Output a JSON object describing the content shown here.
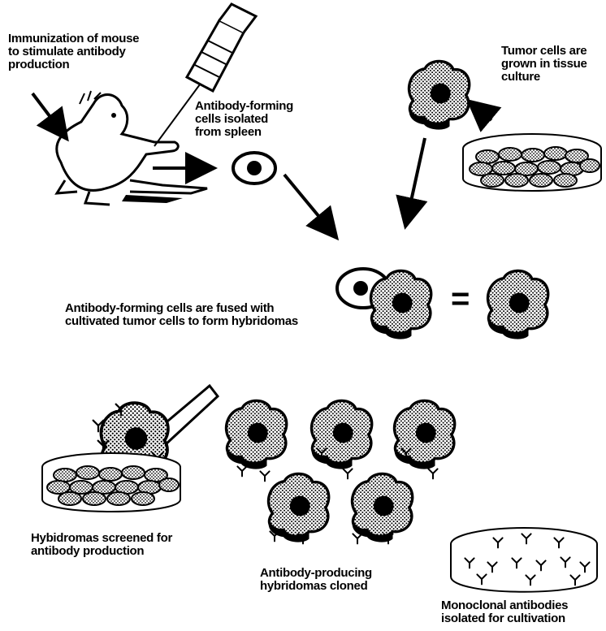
{
  "labels": {
    "immunization": [
      "Immunization of mouse",
      "to stimulate antibody",
      "production"
    ],
    "spleen": [
      "Antibody-forming",
      "cells  isolated",
      "from spleen"
    ],
    "tumor": [
      "Tumor cells are",
      "grown in tissue",
      "culture"
    ],
    "fusion": [
      "Antibody-forming cells are fused with",
      "cultivated tumor cells to form hybridomas"
    ],
    "screened": [
      "Hybidromas screened for",
      "antibody  production"
    ],
    "cloned": [
      "Antibody-producing",
      "hybridomas cloned"
    ],
    "monoclonal": [
      "Monoclonal antibodies",
      "isolated for cultivation"
    ]
  },
  "equals_sign": "="
}
